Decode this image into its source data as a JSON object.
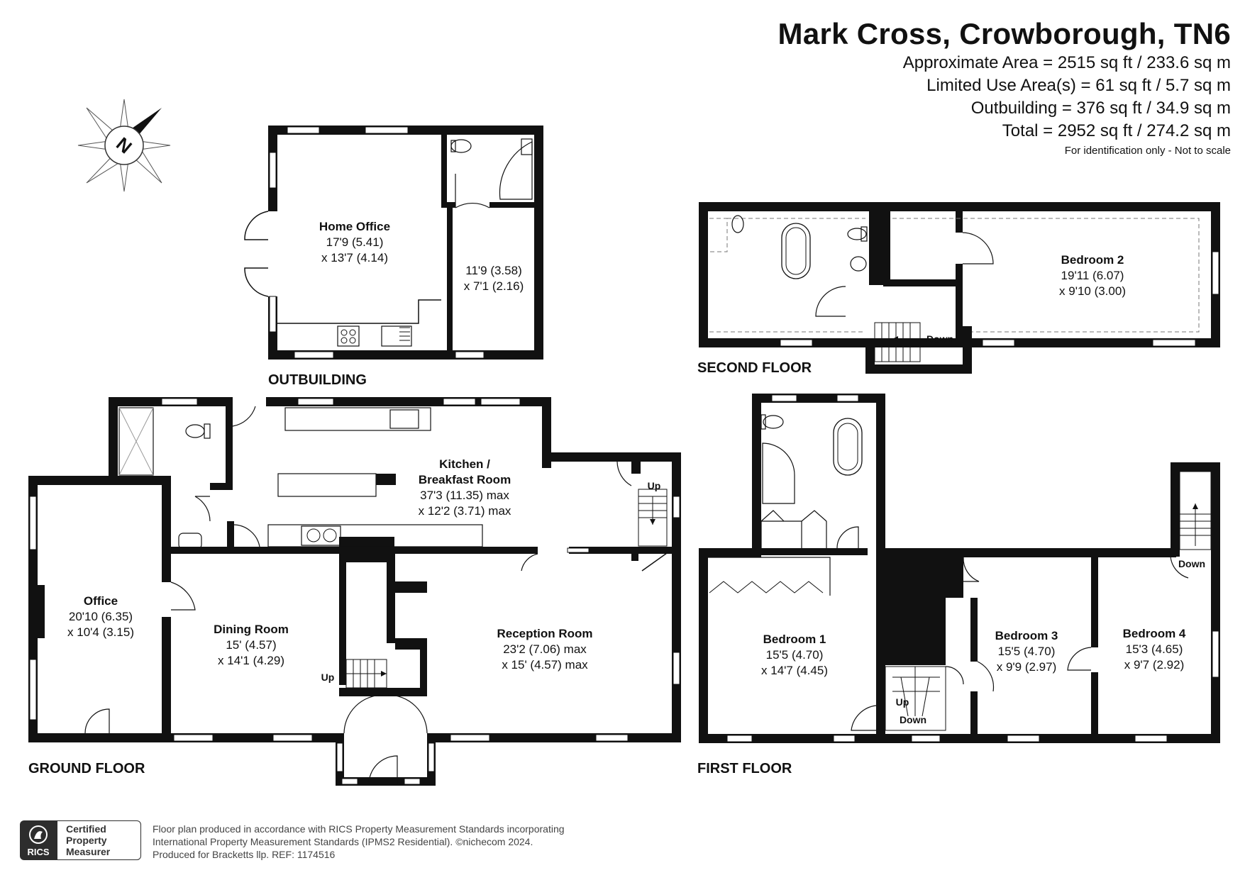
{
  "header": {
    "title": "Mark Cross, Crowborough, TN6",
    "approximate_area": "Approximate Area = 2515 sq ft / 233.6 sq m",
    "limited_use": "Limited Use Area(s) = 61 sq ft / 5.7 sq m",
    "outbuilding": "Outbuilding = 376 sq ft / 34.9 sq m",
    "total": "Total = 2952 sq ft / 274.2 sq m",
    "note": "For identification only - Not to scale"
  },
  "compass": {
    "letter": "N"
  },
  "floors": {
    "outbuilding": "OUTBUILDING",
    "second": "SECOND FLOOR",
    "ground": "GROUND FLOOR",
    "first": "FIRST FLOOR"
  },
  "rooms": {
    "home_office": {
      "name": "Home Office",
      "dim1": "17'9 (5.41)",
      "dim2": "x 13'7 (4.14)"
    },
    "outbuilding_room": {
      "dim1": "11'9 (3.58)",
      "dim2": "x 7'1 (2.16)"
    },
    "bedroom2": {
      "name": "Bedroom 2",
      "dim1": "19'11 (6.07)",
      "dim2": "x 9'10 (3.00)"
    },
    "kitchen": {
      "name1": "Kitchen /",
      "name2": "Breakfast Room",
      "dim1": "37'3 (11.35) max",
      "dim2": "x 12'2 (3.71) max"
    },
    "office": {
      "name": "Office",
      "dim1": "20'10 (6.35)",
      "dim2": "x 10'4 (3.15)"
    },
    "dining": {
      "name": "Dining Room",
      "dim1": "15' (4.57)",
      "dim2": "x 14'1 (4.29)"
    },
    "reception": {
      "name": "Reception Room",
      "dim1": "23'2 (7.06) max",
      "dim2": "x 15' (4.57) max"
    },
    "bedroom1": {
      "name": "Bedroom 1",
      "dim1": "15'5 (4.70)",
      "dim2": "x 14'7 (4.45)"
    },
    "bedroom3": {
      "name": "Bedroom 3",
      "dim1": "15'5 (4.70)",
      "dim2": "x 9'9 (2.97)"
    },
    "bedroom4": {
      "name": "Bedroom 4",
      "dim1": "15'3 (4.65)",
      "dim2": "x 9'7 (2.92)"
    }
  },
  "stairs": {
    "up": "Up",
    "down": "Down"
  },
  "footer": {
    "line1": "Floor plan produced in accordance with RICS Property Measurement Standards incorporating",
    "line2": "International Property Measurement Standards (IPMS2 Residential).   ©nichecom 2024.",
    "line3": "Produced for Bracketts llp.   REF:  1174516"
  },
  "badge": {
    "org": "RICS",
    "line1": "Certified",
    "line2": "Property",
    "line3": "Measurer"
  }
}
